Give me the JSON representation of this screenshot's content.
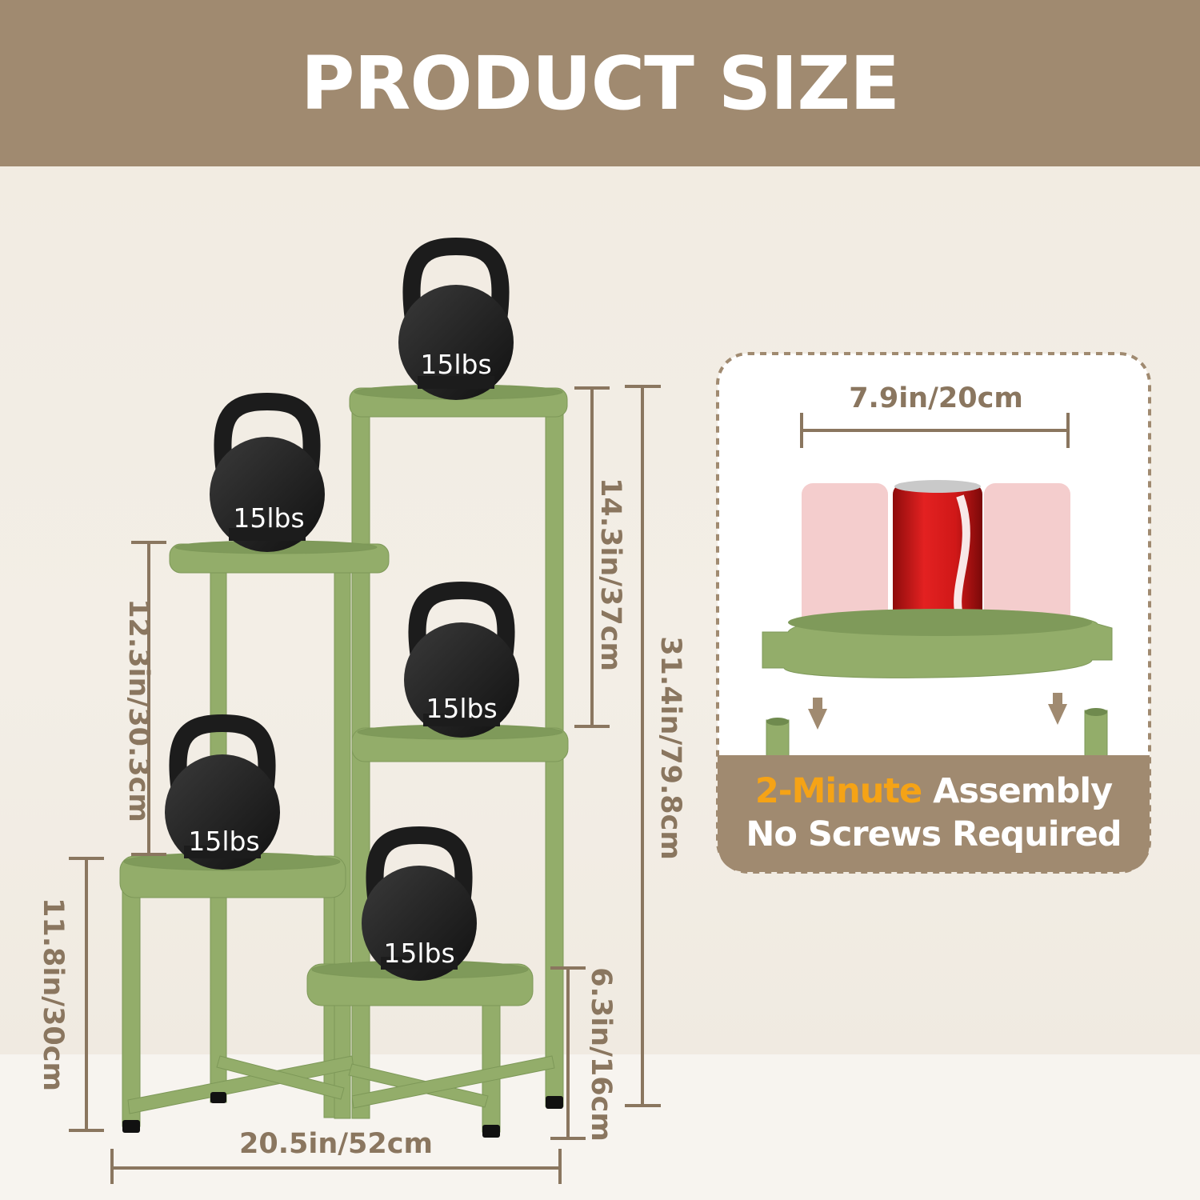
{
  "header": {
    "title": "PRODUCT SIZE"
  },
  "colors": {
    "header_bg": "#a08a70",
    "stand_green": "#93ad6a",
    "label_brown": "#8a765f",
    "accent_orange": "#f5a316",
    "kettlebell": "#1c1c1c"
  },
  "kettlebells": [
    {
      "label": "15lbs"
    },
    {
      "label": "15lbs"
    },
    {
      "label": "15lbs"
    },
    {
      "label": "15lbs"
    },
    {
      "label": "15lbs"
    }
  ],
  "dimensions": {
    "top_tier_height": "14.3in/37cm",
    "total_height": "31.4in/79.8cm",
    "mid_left_height": "12.3in/30.3cm",
    "bottom_left_height": "11.8in/30cm",
    "bottom_right_height": "6.3in/16cm",
    "total_width": "20.5in/52cm"
  },
  "inset": {
    "tray_diameter": "7.9in/20cm",
    "assembly_highlight": "2-Minute",
    "assembly_text": "Assembly",
    "no_screws": "No Screws Required"
  }
}
